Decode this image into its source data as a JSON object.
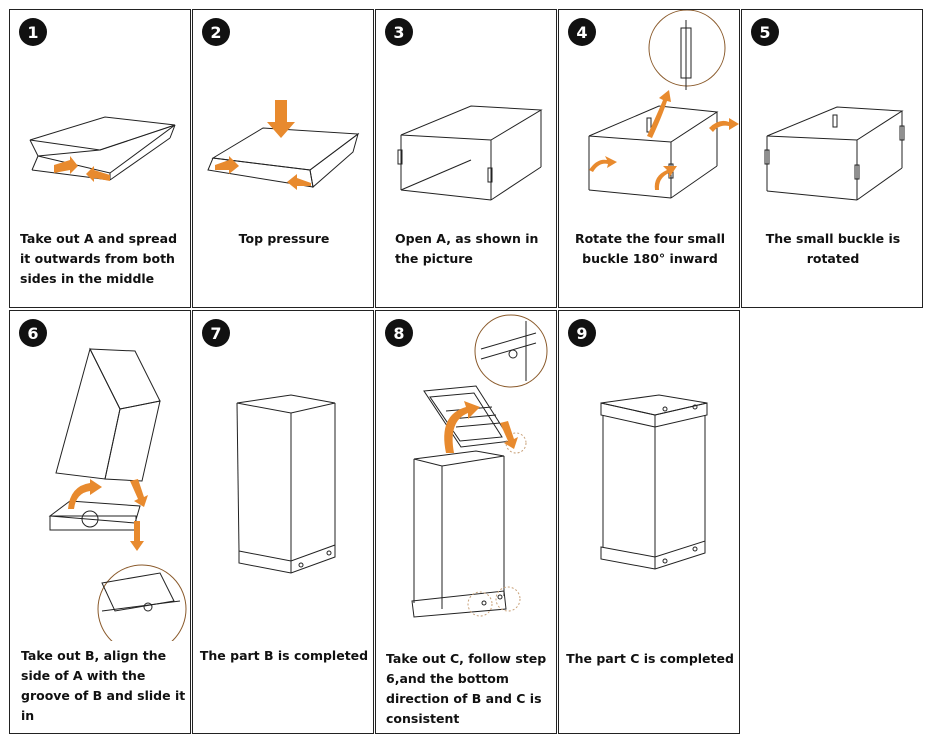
{
  "steps": [
    {
      "number": "1",
      "caption": "Take out A and spread it outwards from both sides in the middle"
    },
    {
      "number": "2",
      "caption": "Top pressure"
    },
    {
      "number": "3",
      "caption": "Open A, as shown in the picture"
    },
    {
      "number": "4",
      "caption": "Rotate the four small buckle 180° inward"
    },
    {
      "number": "5",
      "caption": "The small buckle  is rotated"
    },
    {
      "number": "6",
      "caption": "Take out B, align the side of A with the groove of B and slide it in"
    },
    {
      "number": "7",
      "caption": "The part B  is completed"
    },
    {
      "number": "8",
      "caption": "Take out C, follow step 6,and the bottom direction of B and C is consistent"
    },
    {
      "number": "9",
      "caption": "The part C  is completed"
    }
  ],
  "colors": {
    "accent": "#E88A2E",
    "line": "#222222",
    "badge": "#111111"
  }
}
